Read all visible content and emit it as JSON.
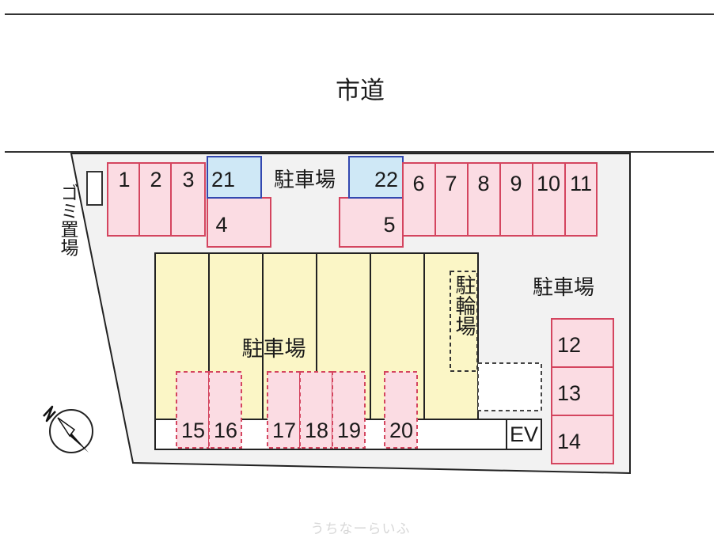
{
  "road_label": "市道",
  "labels": {
    "parking_top": "駐車場",
    "parking_right": "駐車場",
    "parking_center": "駐車場",
    "bicycle": "駐輪場",
    "garbage": "ゴミ置場",
    "elevator": "EV"
  },
  "spaces": {
    "s1": "1",
    "s2": "2",
    "s3": "3",
    "s4": "4",
    "s5": "5",
    "s6": "6",
    "s7": "7",
    "s8": "8",
    "s9": "9",
    "s10": "10",
    "s11": "11",
    "s12": "12",
    "s13": "13",
    "s14": "14",
    "s15": "15",
    "s16": "16",
    "s17": "17",
    "s18": "18",
    "s19": "19",
    "s20": "20",
    "s21": "21",
    "s22": "22"
  },
  "watermark": "うちなーらいふ",
  "colors": {
    "lot": "#f2f2f2",
    "space_fill": "#fbdce3",
    "space_border": "#d4455f",
    "reserved_fill": "#cfe8f6",
    "reserved_border": "#3348b0",
    "building": "#fbf6c6"
  }
}
